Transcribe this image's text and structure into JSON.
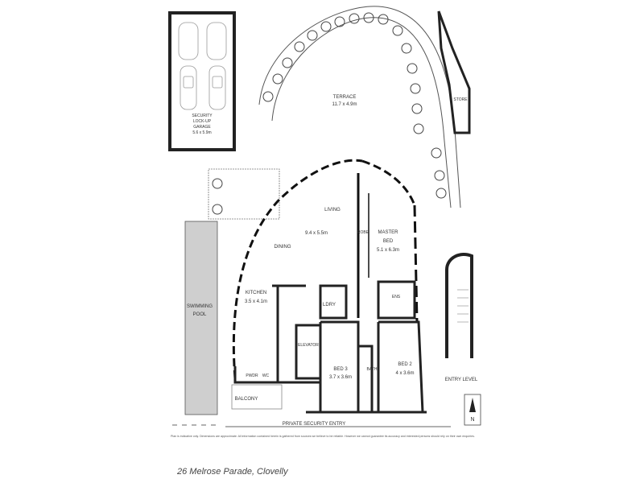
{
  "labels": {
    "garage": [
      "SECURITY",
      "LOCK-UP",
      "GARAGE",
      "5.6 x 5.9m"
    ],
    "terrace": [
      "TERRACE",
      "11.7 x 4.9m"
    ],
    "store": "STORE",
    "living": "LIVING",
    "living_dims": "9.4 x 5.5m",
    "dining": "DINING",
    "master_bed": [
      "MASTER",
      "BED",
      "5.1 x 6.3m"
    ],
    "robe": "ROBE",
    "kitchen": [
      "KITCHEN",
      "3.5 x 4.1m"
    ],
    "lndry": "LDRY",
    "elevator": "ELEVATOR",
    "bed3": [
      "BED 3",
      "3.7 x 3.6m"
    ],
    "bed2": [
      "BED 2",
      "4 x 3.6m"
    ],
    "swimming_pool": [
      "SWIMMING",
      "POOL"
    ],
    "balcony": "BALCONY",
    "pwdr": "PWDR",
    "wc": "WC",
    "ens": "ENS",
    "bath": "BATH",
    "entry_level": "ENTRY LEVEL",
    "private_entry": "PRIVATE SECURITY ENTRY",
    "north": "N",
    "disclaimer": "Plan is indicative only. Dimensions are approximate. All information contained herein is gathered from sources we believe to be reliable. However we cannot guarantee its accuracy and interested persons should rely on their own enquiries.",
    "address": "26 Melrose Parade, Clovelly"
  }
}
